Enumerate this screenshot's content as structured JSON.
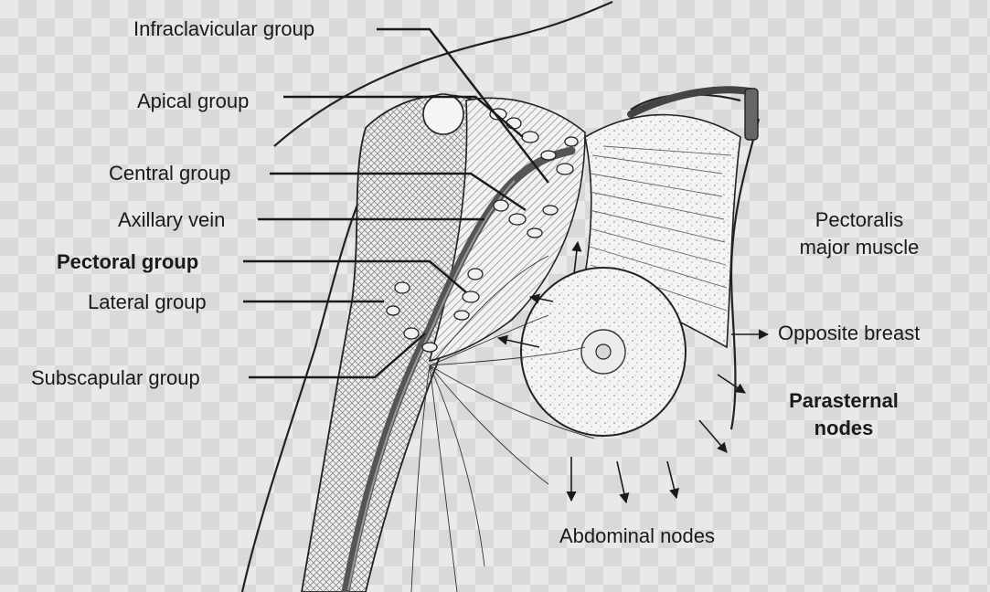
{
  "labels": {
    "infraclavicular": "Infraclavicular group",
    "apical": "Apical group",
    "central": "Central group",
    "axillary_vein": "Axillary vein",
    "pectoral": "Pectoral group",
    "lateral": "Lateral group",
    "subscapular": "Subscapular group",
    "pectoralis_line1": "Pectoralis",
    "pectoralis_line2": "major muscle",
    "opposite_breast": "Opposite breast",
    "parasternal_line1": "Parasternal",
    "parasternal_line2": "nodes",
    "abdominal": "Abdominal nodes"
  },
  "colors": {
    "ink": "#1a1a1a",
    "vessel": "#555555",
    "background_light": "#e9e9e9",
    "background_dark": "#d9d9d9"
  }
}
